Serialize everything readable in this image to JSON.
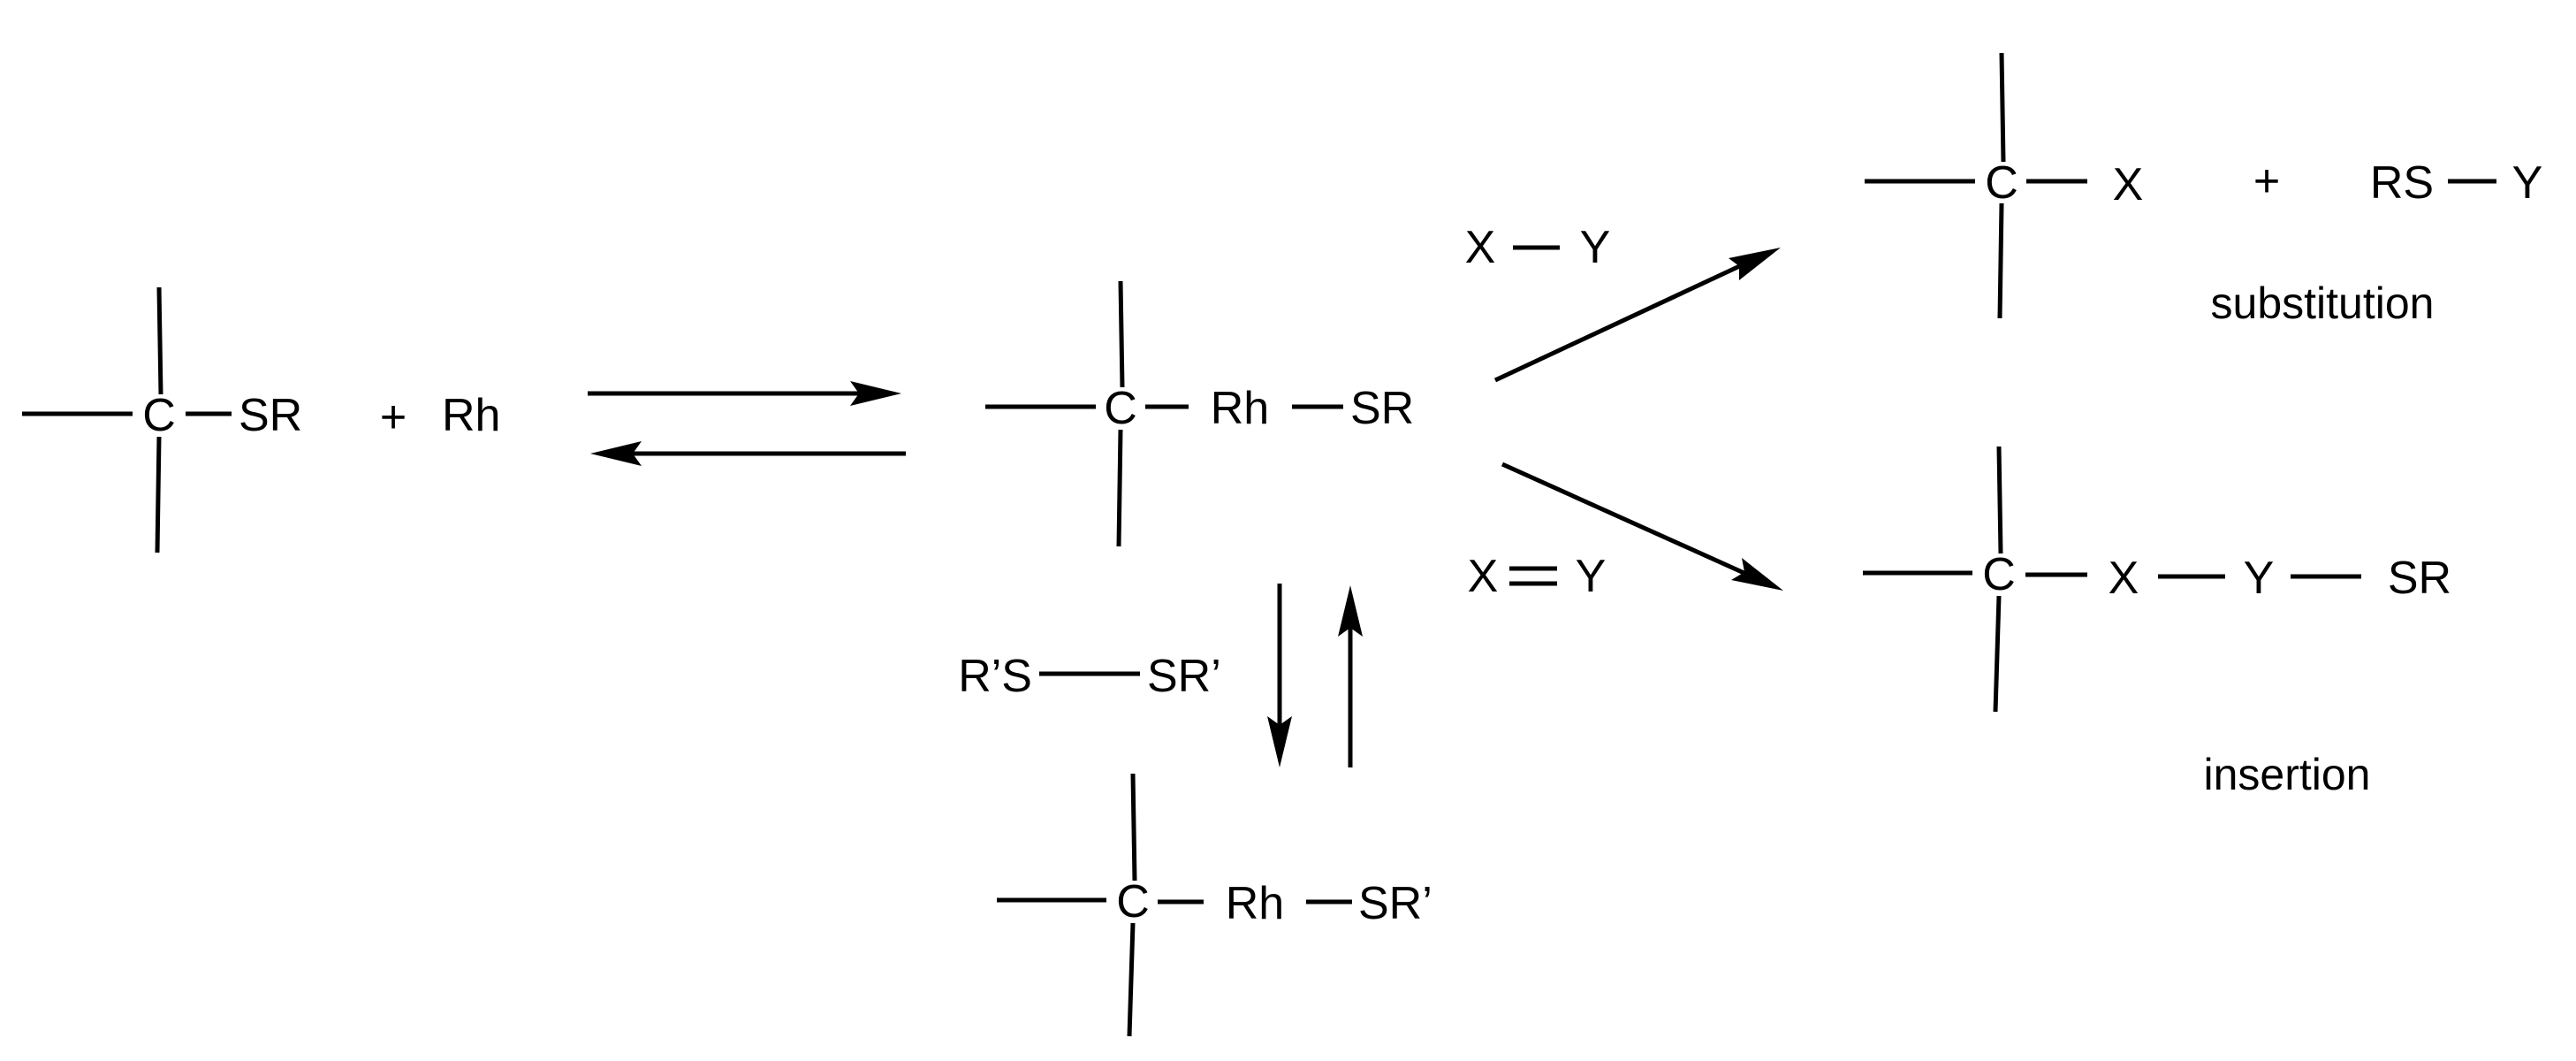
{
  "scheme": {
    "reactant": {
      "atom": "C",
      "group": "SR",
      "plus": "+",
      "metal": "Rh"
    },
    "intermediate": {
      "atom": "C",
      "metal": "Rh",
      "group": "SR"
    },
    "exchange_reagent": {
      "left": "R’S",
      "right": "SR’"
    },
    "exchanged_intermediate": {
      "atom": "C",
      "metal": "Rh",
      "group": "SR’"
    },
    "reagent_single": {
      "left": "X",
      "right": "Y"
    },
    "reagent_double": {
      "left": "X",
      "right": "Y"
    },
    "substitution_product": {
      "atom": "C",
      "group": "X",
      "plus": "+",
      "byproduct_left": "RS",
      "byproduct_right": "Y"
    },
    "insertion_product": {
      "atom": "C",
      "x": "X",
      "y": "Y",
      "group": "SR"
    },
    "labels": {
      "substitution": "substitution",
      "insertion": "insertion"
    }
  }
}
